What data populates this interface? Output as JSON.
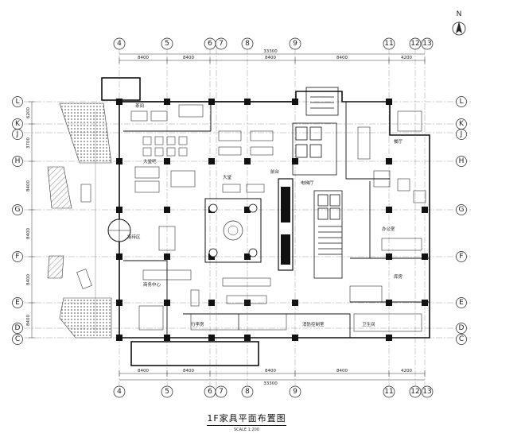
{
  "title": "1F家具平面布置图",
  "scale": "SCALE 1:200",
  "north": "N",
  "grid_cols": [
    "4",
    "5",
    "6",
    "7",
    "8",
    "9",
    "11",
    "12",
    "13"
  ],
  "grid_rows": [
    "L",
    "K",
    "J",
    "H",
    "G",
    "F",
    "E",
    "D",
    "C"
  ],
  "dims_top": [
    "8400",
    "8400",
    "8400",
    "8400",
    "4200"
  ],
  "dims_top_total": "33300",
  "dims_bottom": [
    "8400",
    "8400",
    "8400",
    "8400",
    "4200"
  ],
  "dims_bottom_total": "33300",
  "dims_left": [
    "6200",
    "3700",
    "8400",
    "8400",
    "8400",
    "8400"
  ],
  "rooms": [
    "茶间",
    "大堂吧",
    "大堂",
    "前台",
    "商务中心",
    "行李房",
    "电梯厅",
    "消防控制室",
    "餐厅",
    "卫生间",
    "办公室",
    "库房",
    "接待区"
  ]
}
